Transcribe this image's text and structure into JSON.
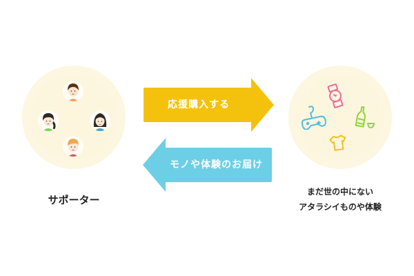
{
  "diagram": {
    "left_node": {
      "label": "サポーター",
      "icon": "supporters-group-icon",
      "avatars": [
        {
          "name": "boy-brown-hair-avatar",
          "shirt_color": "#f6a55b",
          "hair_color": "#5a3212"
        },
        {
          "name": "girl-ponytail-avatar",
          "shirt_color": "#7ccf5a",
          "hair_color": "#2e2a26"
        },
        {
          "name": "girl-long-hair-avatar",
          "shirt_color": "#3ea6d9",
          "hair_color": "#2e2a26"
        },
        {
          "name": "boy-blond-hair-avatar",
          "shirt_color": "#d9586a",
          "hair_color": "#f0a850"
        }
      ]
    },
    "right_node": {
      "label_line1": "まだ世の中にない",
      "label_line2": "アタラシイものや体験",
      "items": [
        {
          "name": "watch-icon",
          "color": "#ee6b9a"
        },
        {
          "name": "game-controller-icon",
          "color": "#4fbde0"
        },
        {
          "name": "bottle-and-cup-icon",
          "color": "#8fd43a"
        },
        {
          "name": "t-shirt-icon",
          "color": "#f2c11a"
        }
      ]
    },
    "arrow_forward": {
      "label": "応援購入する",
      "color": "#f4c20d",
      "direction": "right"
    },
    "arrow_back": {
      "label": "モノや体験のお届け",
      "color": "#6ccfe6",
      "direction": "left"
    }
  }
}
